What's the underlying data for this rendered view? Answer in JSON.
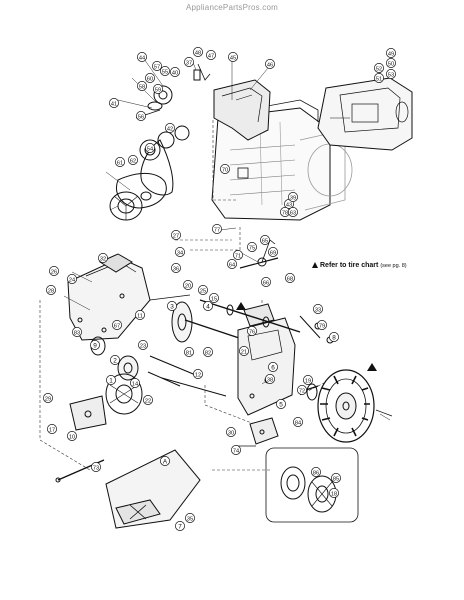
{
  "header": {
    "watermark": "AppliancePartsPros.com"
  },
  "note": {
    "text": "Refer to tire chart",
    "sub": "(see pg. 8)"
  },
  "callouts": [
    {
      "label": "49"
    },
    {
      "label": "50"
    },
    {
      "label": "53"
    },
    {
      "label": "52"
    },
    {
      "label": "51"
    },
    {
      "label": "46"
    },
    {
      "label": "45"
    },
    {
      "label": "43"
    },
    {
      "label": "78"
    },
    {
      "label": "37"
    },
    {
      "label": "40"
    },
    {
      "label": "57"
    },
    {
      "label": "44"
    },
    {
      "label": "55"
    },
    {
      "label": "60"
    },
    {
      "label": "59"
    },
    {
      "label": "58"
    },
    {
      "label": "47"
    },
    {
      "label": "48"
    },
    {
      "label": "41"
    },
    {
      "label": "56"
    },
    {
      "label": "42"
    },
    {
      "label": "54"
    },
    {
      "label": "62"
    },
    {
      "label": "61"
    },
    {
      "label": "70"
    },
    {
      "label": "39"
    },
    {
      "label": "63"
    },
    {
      "label": "77"
    },
    {
      "label": "27"
    },
    {
      "label": "34"
    },
    {
      "label": "32"
    },
    {
      "label": "36"
    },
    {
      "label": "71"
    },
    {
      "label": "75"
    },
    {
      "label": "65"
    },
    {
      "label": "69"
    },
    {
      "label": "64"
    },
    {
      "label": "66"
    },
    {
      "label": "68"
    },
    {
      "label": "26"
    },
    {
      "label": "24"
    },
    {
      "label": "28"
    },
    {
      "label": "20"
    },
    {
      "label": "25"
    },
    {
      "label": "15"
    },
    {
      "label": "3"
    },
    {
      "label": "11"
    },
    {
      "label": "4"
    },
    {
      "label": "67"
    },
    {
      "label": "23"
    },
    {
      "label": "21"
    },
    {
      "label": "76"
    },
    {
      "label": "33"
    },
    {
      "label": "79"
    },
    {
      "label": "8"
    },
    {
      "label": "81"
    },
    {
      "label": "82"
    },
    {
      "label": "83"
    },
    {
      "label": "9"
    },
    {
      "label": "14"
    },
    {
      "label": "22"
    },
    {
      "label": "12"
    },
    {
      "label": "6"
    },
    {
      "label": "19"
    },
    {
      "label": "72"
    },
    {
      "label": "38"
    },
    {
      "label": "2"
    },
    {
      "label": "1"
    },
    {
      "label": "29"
    },
    {
      "label": "17"
    },
    {
      "label": "10"
    },
    {
      "label": "30"
    },
    {
      "label": "35"
    },
    {
      "label": "73"
    },
    {
      "label": "5"
    },
    {
      "label": "84"
    },
    {
      "label": "86"
    },
    {
      "label": "85"
    },
    {
      "label": "18"
    },
    {
      "label": "74"
    },
    {
      "label": "7"
    },
    {
      "label": "A"
    }
  ]
}
